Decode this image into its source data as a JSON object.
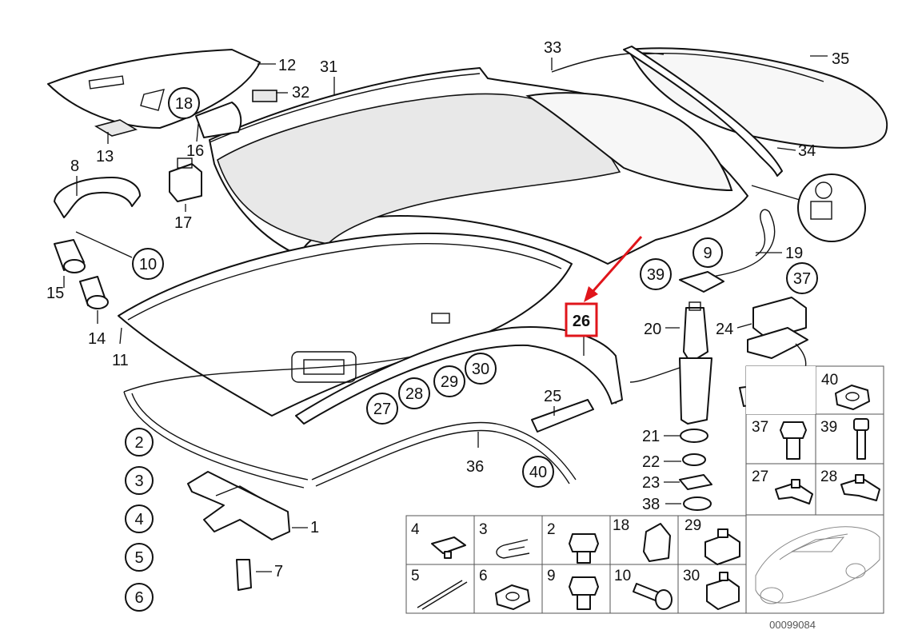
{
  "diagram": {
    "callouts_plain": [
      {
        "id": "c1",
        "text": "1"
      },
      {
        "id": "c7",
        "text": "7"
      },
      {
        "id": "c8",
        "text": "8"
      },
      {
        "id": "c11",
        "text": "11"
      },
      {
        "id": "c12",
        "text": "12"
      },
      {
        "id": "c13",
        "text": "13"
      },
      {
        "id": "c14",
        "text": "14"
      },
      {
        "id": "c15",
        "text": "15"
      },
      {
        "id": "c16",
        "text": "16"
      },
      {
        "id": "c17",
        "text": "17"
      },
      {
        "id": "c19",
        "text": "19"
      },
      {
        "id": "c20",
        "text": "20"
      },
      {
        "id": "c21",
        "text": "21"
      },
      {
        "id": "c22",
        "text": "22"
      },
      {
        "id": "c23",
        "text": "23"
      },
      {
        "id": "c24",
        "text": "24"
      },
      {
        "id": "c25",
        "text": "25"
      },
      {
        "id": "c31",
        "text": "31"
      },
      {
        "id": "c32",
        "text": "32"
      },
      {
        "id": "c33",
        "text": "33"
      },
      {
        "id": "c34",
        "text": "34"
      },
      {
        "id": "c35",
        "text": "35"
      },
      {
        "id": "c36",
        "text": "36"
      },
      {
        "id": "c38",
        "text": "38"
      }
    ],
    "callouts_circled": [
      {
        "id": "o2",
        "text": "2"
      },
      {
        "id": "o3",
        "text": "3"
      },
      {
        "id": "o4",
        "text": "4"
      },
      {
        "id": "o5",
        "text": "5"
      },
      {
        "id": "o6",
        "text": "6"
      },
      {
        "id": "o9",
        "text": "9"
      },
      {
        "id": "o10",
        "text": "10"
      },
      {
        "id": "o18",
        "text": "18"
      },
      {
        "id": "o27",
        "text": "27"
      },
      {
        "id": "o28",
        "text": "28"
      },
      {
        "id": "o29",
        "text": "29"
      },
      {
        "id": "o30",
        "text": "30"
      },
      {
        "id": "o37",
        "text": "37"
      },
      {
        "id": "o39",
        "text": "39"
      },
      {
        "id": "o40",
        "text": "40"
      }
    ],
    "highlighted_part": {
      "text": "26",
      "color": "#e0151b"
    },
    "parts_grid": [
      {
        "id": "g4",
        "text": "4",
        "icon": "plug-cap-icon"
      },
      {
        "id": "g3",
        "text": "3",
        "icon": "u-clip-icon"
      },
      {
        "id": "g2",
        "text": "2",
        "icon": "hex-bolt-icon"
      },
      {
        "id": "g18",
        "text": "18",
        "icon": "spring-clip-icon"
      },
      {
        "id": "g29",
        "text": "29",
        "icon": "bracket-clip-icon"
      },
      {
        "id": "g5",
        "text": "5",
        "icon": "strip-icon"
      },
      {
        "id": "g6",
        "text": "6",
        "icon": "hex-nut-icon"
      },
      {
        "id": "g9",
        "text": "9",
        "icon": "hex-bolt-icon"
      },
      {
        "id": "g10",
        "text": "10",
        "icon": "screw-icon"
      },
      {
        "id": "g30",
        "text": "30",
        "icon": "bracket-clip-icon"
      },
      {
        "id": "g40",
        "text": "40",
        "icon": "hex-nut-icon"
      },
      {
        "id": "g37",
        "text": "37",
        "icon": "hex-bolt-icon"
      },
      {
        "id": "g39",
        "text": "39",
        "icon": "allen-screw-icon"
      },
      {
        "id": "g27",
        "text": "27",
        "icon": "weld-nut-icon"
      },
      {
        "id": "g28",
        "text": "28",
        "icon": "weld-nut-icon"
      }
    ],
    "document_number": "00099084"
  }
}
